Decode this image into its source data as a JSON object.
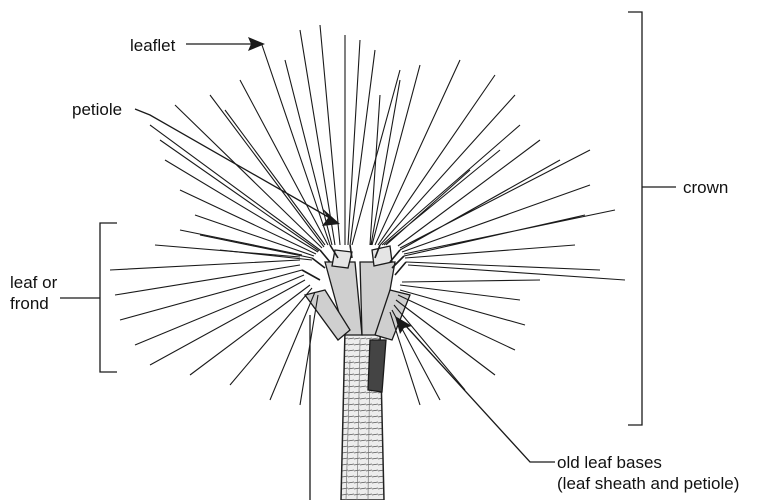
{
  "labels": {
    "leaflet": "leaflet",
    "petiole": "petiole",
    "leaf_or_frond_line1": "leaf or",
    "leaf_or_frond_line2": "frond",
    "crown": "crown",
    "old_leaf_bases_line1": "old leaf bases",
    "old_leaf_bases_line2": "(leaf sheath and petiole)"
  },
  "colors": {
    "ink": "#1a1a1a",
    "trunk_fill": "#e9e9e9"
  }
}
